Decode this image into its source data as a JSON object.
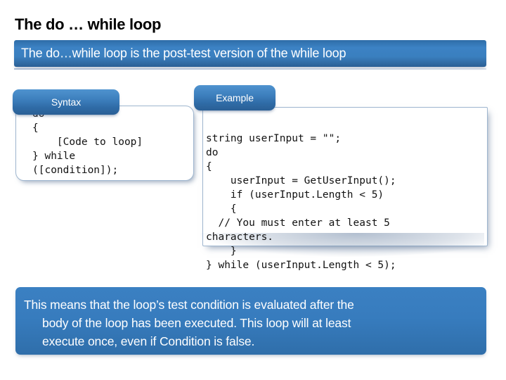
{
  "slide": {
    "title": "The do … while loop",
    "banner_text": "The do…while loop is the post-test version of the while loop"
  },
  "syntax_panel": {
    "tab_label": "Syntax",
    "code": "do\n{\n    [Code to loop]\n} while\n([condition]);"
  },
  "example_panel": {
    "tab_label": "Example",
    "code": "string userInput = \"\";\ndo\n{\n    userInput = GetUserInput();\n    if (userInput.Length < 5)\n    {\n  // You must enter at least 5\ncharacters.\n    }\n} while (userInput.Length < 5);"
  },
  "note": {
    "line1": "This means that the loop’s test condition is evaluated after the",
    "line2": "body of the loop has been executed. This loop will at least",
    "line3": "execute once, even if Condition is false."
  },
  "colors": {
    "banner_blue": "#3a7fbf",
    "tab_blue": "#3d7fbd",
    "note_blue": "#377cbe",
    "panel_border": "#9fb6cf",
    "title_black": "#000000",
    "code_text": "#121212"
  }
}
